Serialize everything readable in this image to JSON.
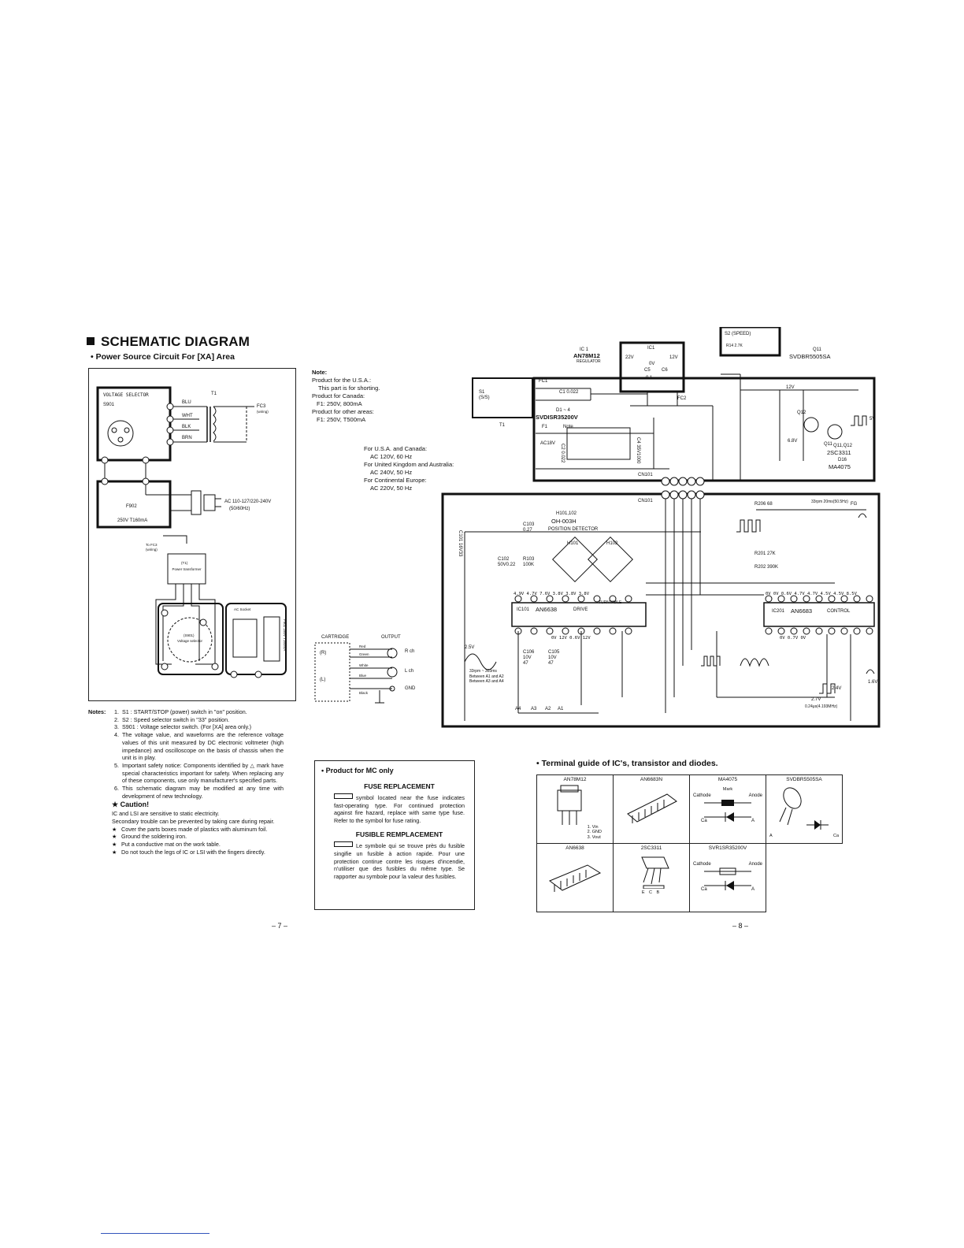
{
  "header": {
    "title": "SCHEMATIC DIAGRAM",
    "subtitle": "• Power Source Circuit For [XA] Area"
  },
  "power_source": {
    "voltage_selector": "VOLTAGE SELECTOR",
    "s901": "S901",
    "t1": "T1",
    "fc3": "FC3",
    "fc3_sub": "(wiring)",
    "wires": [
      "BLU",
      "WHT",
      "BLK",
      "BRN"
    ],
    "f902": "F902",
    "fuse_rating": "250V T160mA",
    "ac_label": "AC 110-127/220-240V",
    "ac_freq": "(50/60Hz)",
    "to_fc3": "To FC3",
    "to_fc3_sub": "(wiring)",
    "t1_power": "(T1)",
    "power_transformer": "Power transformer",
    "ac_socket": "AC Socket",
    "s901_sub": "(S901)",
    "voltage_selector_lc": "Voltage selector",
    "f902_side": "F902 250V T160mA"
  },
  "note_block": {
    "title": "Note:",
    "lines": [
      "Product for the U.S.A.:",
      "This part is for shorting.",
      "Product for Canada:",
      "F1: 250V, 800mA",
      "Product for other areas:",
      "F1: 250V, T500mA"
    ]
  },
  "ac_list": [
    "For U.S.A. and Canada:",
    "AC 120V, 60 Hz",
    "For United Kingdom and Australia:",
    "AC 240V, 50 Hz",
    "For Continental Europe:",
    "AC 220V, 50 Hz"
  ],
  "cartridge": {
    "title": "CARTRIDGE",
    "output": "OUTPUT",
    "rch": "R ch",
    "lch": "L ch",
    "gnd": "GND",
    "r": "(R)",
    "l": "(L)",
    "wires": [
      "Red",
      "Green",
      "White",
      "Blue",
      "Black"
    ]
  },
  "schematic": {
    "s2": "S2 (SPEED)",
    "r14": "R14 2.7K",
    "ic1_name": "IC 1",
    "ic1_part": "AN78M12",
    "regulator": "REGULATOR",
    "ic1": "IC1",
    "v22": "22V",
    "v12": "12V",
    "v0": "0V",
    "c5": "C5",
    "c6": "C6",
    "c01": "0.1",
    "fc1": "FC1",
    "fc2": "FC2",
    "s1": "S1 (S/S)",
    "c1": "C1 0.022",
    "d1_4": "D1 ~ 4",
    "svd": "SVDISR35200V",
    "t1": "T1",
    "f1": "F1",
    "note": "Note",
    "ac18v": "AC18V",
    "c4": "C4 35V1000",
    "c2": "C2 0.022",
    "cn101": "CN101",
    "q11_label": "Q11",
    "svdbr": "SVDBR5505SA",
    "q11_12": "Q11,Q12",
    "q2sc": "2SC3311",
    "d16": "D16",
    "ma4075": "MA4075",
    "q12": "Q12",
    "q11": "Q11",
    "v12b": "12V",
    "v68": "6.8V",
    "v5": "5V",
    "h101": "H101,102",
    "oh003h": "OH-003H",
    "position_detector": "POSITION DETECTOR",
    "c103": "C103 0.27",
    "c101": "C101 16V33",
    "c102": "C102 50V0.22",
    "r103": "R103 100K",
    "hio1": "H101",
    "hio2": "H102",
    "ic101": "IC101",
    "an6638": "AN6638",
    "drive": "DRIVE",
    "turntable": "TURNTABLE",
    "ic201": "IC201",
    "an6683": "AN6683",
    "control": "CONTROL",
    "r206": "R206 68",
    "r201": "R201 27K",
    "r202": "R202 390K",
    "fg": "FG",
    "c106": "C106 10V 47",
    "c105": "C105 10V 47",
    "v25": "2.5V",
    "rpm33": "33rpm ~ 303ms",
    "between1": "Between A1 and A2",
    "between2": "Between A3 and A4",
    "a_labels": [
      "A4",
      "A3",
      "A2",
      "A1"
    ],
    "drive_pins_top": "4.9V 4.7V 7.6V 3.8V 3.8V 3.8V",
    "drive_pins_bottom": "0V 12V 0.6V 12V",
    "ctrl_pins_top": "0V 0V 0.6V 4.7V 4.7V 4.5V 4.5V 8.5V",
    "ctrl_pins_bottom": "0V 0.7V 0V",
    "rpm_wave": "33rpm 20ms(50.5Hz)",
    "v24": "2.4V",
    "v27": "2.7V",
    "v16": "1.6V",
    "freq": "0.24μs(4.193MHz)"
  },
  "notes": {
    "label": "Notes:",
    "items": [
      {
        "num": "1.",
        "text": "S1   : START/STOP (power) switch in \"on\" position."
      },
      {
        "num": "2.",
        "text": "S2   : Speed selector switch in \"33\" position."
      },
      {
        "num": "3.",
        "text": "S901 : Voltage selector switch. (For [XA] area only.)"
      },
      {
        "num": "4.",
        "text": "The voltage value, and waveforms are the reference voltage values of this unit measured by DC electronic voltmeter (high impedance) and oscilloscope on the basis of chassis when the unit is in play."
      },
      {
        "num": "5.",
        "text": "Important safety notice: Components identified by △ mark have special characteristics important for safety. When replacing any of these components, use only manufacturer's specified parts."
      },
      {
        "num": "6.",
        "text": "This schematic diagram may be modified at any time with development of new technology."
      }
    ],
    "caution_title": "★ Caution!",
    "caution_lines": [
      "IC and LSI are sensitive to static electricity.",
      "Secondary trouble can be prevented by taking care during repair."
    ],
    "caution_items": [
      "Cover the parts boxes made of plastics with aluminum foil.",
      "Ground the soldering iron.",
      "Put a conductive mat on the work table.",
      "Do not touch the legs of IC or LSI with the fingers directly."
    ]
  },
  "product_mc": {
    "title": "• Product for MC only",
    "fuse_title": "FUSE REPLACEMENT",
    "fuse_text": "symbol located near the fuse indicates fast-operating type. For continued protection against fire hazard, replace with same type fuse. Refer to the symbol for fuse rating.",
    "fusible_title": "FUSIBLE REMPLACEMENT",
    "fusible_text": "Le symbole qui se trouve près du fusible singifie un fusible à action rapide. Pour une protection contiruе contre les risques d'incendie, n'utiliser que des fusibles du même type. Se rapporter au symbole pour la valeur des fusibles."
  },
  "terminal_guide": {
    "title": "• Terminal guide of IC's, transistor and diodes.",
    "cells": [
      "AN78M12",
      "AN6683N",
      "MA4075",
      "SVDBR5505SA",
      "AN6638",
      "2SC3311",
      "SVR1SR35200V"
    ],
    "an78_pins": [
      "1. Vin",
      "2. GND",
      "3. Vout"
    ],
    "mark": "Mark",
    "cathode": "Cathode",
    "anode": "Anode",
    "ca": "Ca",
    "a": "A",
    "ecb": "E C B"
  },
  "pages": {
    "left": "– 7 –",
    "right": "– 8 –"
  }
}
